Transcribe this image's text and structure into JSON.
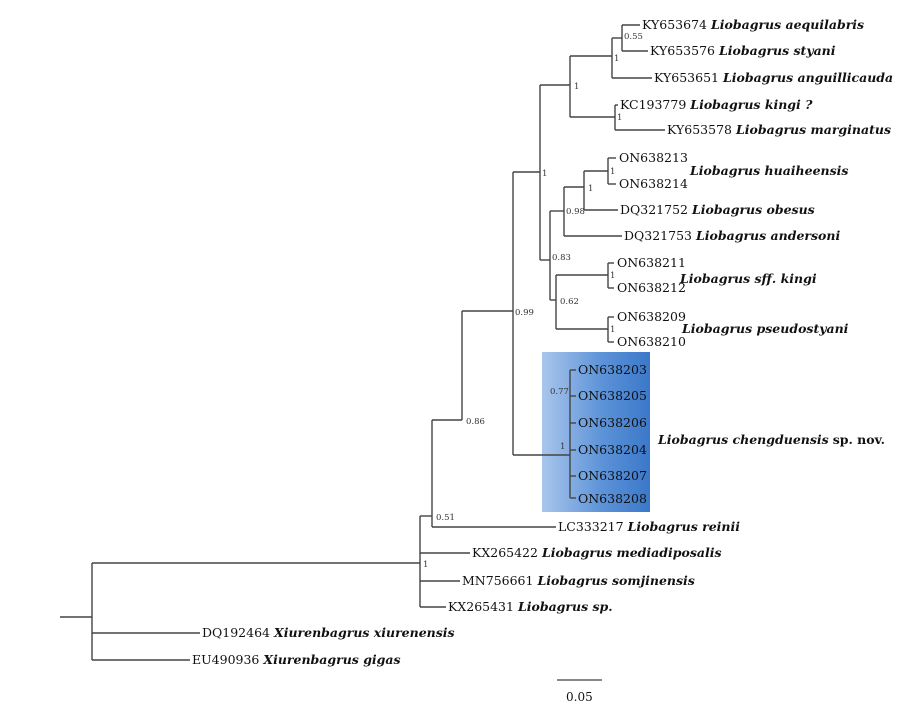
{
  "taxa": {
    "t1": {
      "acc": "KY653674",
      "sp": "Liobagrus aequilabris"
    },
    "t2": {
      "acc": "KY653576",
      "sp": "Liobagrus styani"
    },
    "t3": {
      "acc": "KY653651",
      "sp": "Liobagrus anguillicauda"
    },
    "t4": {
      "acc": "KC193779",
      "sp": "Liobagrus kingi ?"
    },
    "t5": {
      "acc": "KY653578",
      "sp": "Liobagrus marginatus"
    },
    "t6": {
      "acc": "ON638213"
    },
    "t7": {
      "acc": "ON638214"
    },
    "t6_7_sp": "Liobagrus huaiheensis",
    "t8": {
      "acc": "DQ321752",
      "sp": "Liobagrus obesus"
    },
    "t9": {
      "acc": "DQ321753",
      "sp": "Liobagrus andersoni"
    },
    "t10": {
      "acc": "ON638211"
    },
    "t11": {
      "acc": "ON638212"
    },
    "t10_11_sp": "Liobagrus sff. kingi",
    "t12": {
      "acc": "ON638209"
    },
    "t13": {
      "acc": "ON638210"
    },
    "t12_13_sp": "Liobagrus pseudostyani",
    "c1": "ON638203",
    "c2": "ON638205",
    "c3": "ON638206",
    "c4": "ON638204",
    "c5": "ON638207",
    "c6": "ON638208",
    "clade_sp": "Liobagrus chengduensis",
    "clade_suffix": "sp. nov.",
    "t20": {
      "acc": "LC333217",
      "sp": "Liobagrus reinii"
    },
    "t21": {
      "acc": "KX265422",
      "sp": "Liobagrus mediadiposalis"
    },
    "t22": {
      "acc": "MN756661",
      "sp": "Liobagrus somjinensis"
    },
    "t23": {
      "acc": "KX265431",
      "sp": "Liobagrus sp."
    },
    "t24": {
      "acc": "DQ192464",
      "sp": "Xiurenbagrus xiurenensis"
    },
    "t25": {
      "acc": "EU490936",
      "sp": "Xiurenbagrus gigas"
    }
  },
  "support": {
    "n1": "0.55",
    "n2": "1",
    "n3": "1",
    "n4": "1",
    "n5": "1",
    "n6": "1",
    "n7": "0.98",
    "n8": "1",
    "n9": "0.83",
    "n10": "1",
    "n11": "1",
    "n12": "0.62",
    "n13": "0.99",
    "n14": "0.77",
    "n15": "1",
    "n16": "0.86",
    "n17": "0.51",
    "n18": "1"
  },
  "highlight_color": "#3b78c9",
  "scale_bar": {
    "label": "0.05"
  }
}
